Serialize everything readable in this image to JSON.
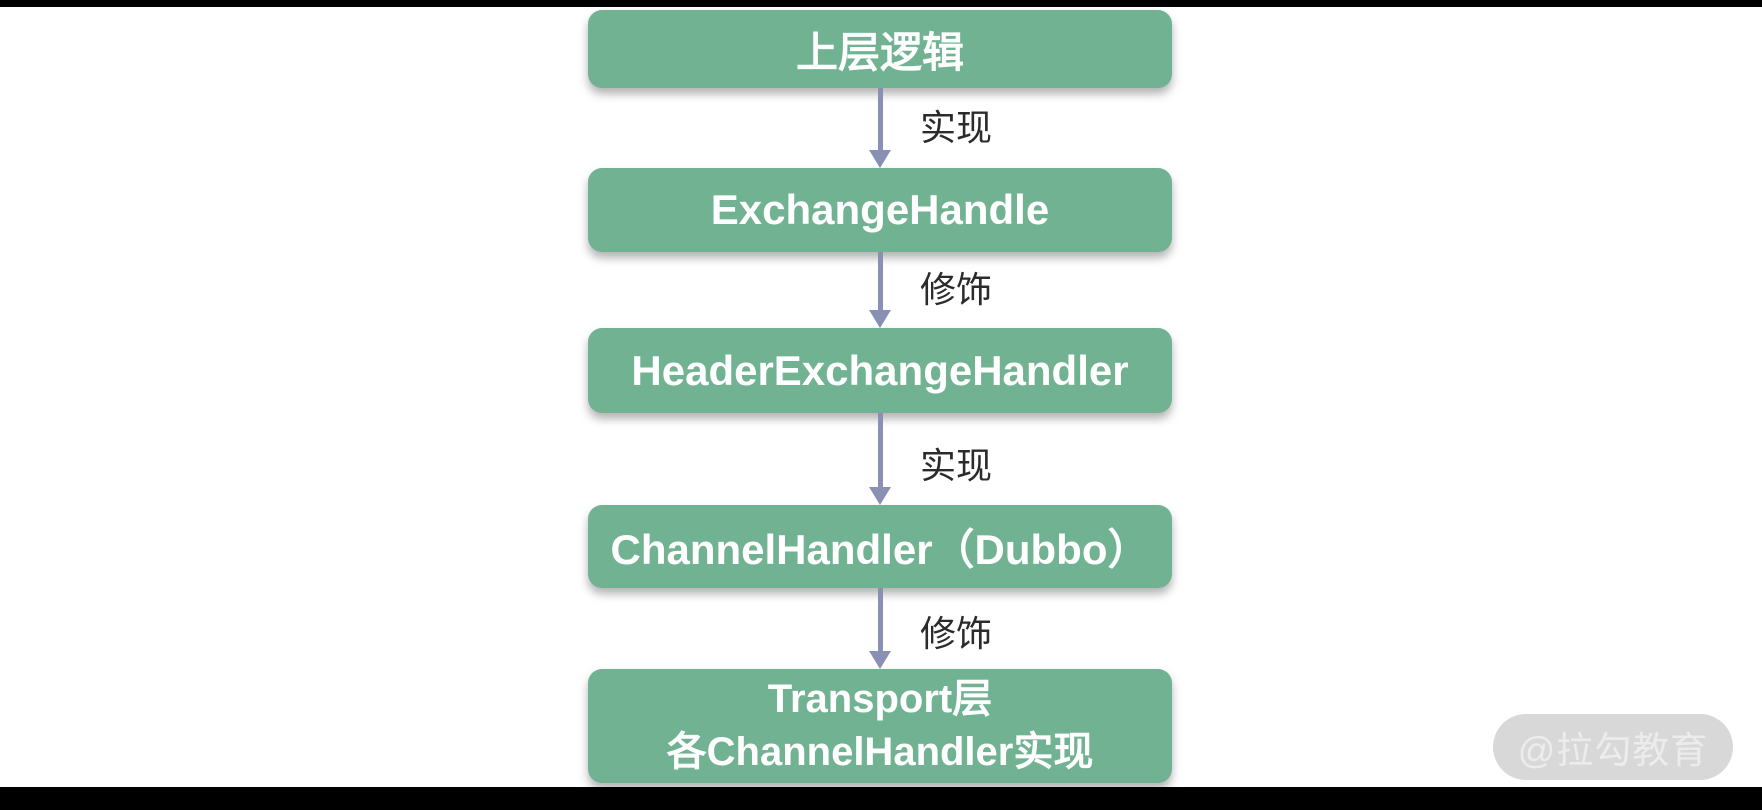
{
  "diagram": {
    "nodes": [
      {
        "label": "上层逻辑"
      },
      {
        "label": "ExchangeHandle"
      },
      {
        "label": "HeaderExchangeHandler"
      },
      {
        "label": "ChannelHandler（Dubbo）"
      },
      {
        "label": "Transport层\n各ChannelHandler实现"
      }
    ],
    "edges": [
      {
        "label": "实现"
      },
      {
        "label": "修饰"
      },
      {
        "label": "实现"
      },
      {
        "label": "修饰"
      }
    ]
  },
  "watermark": {
    "text": "@拉勾教育"
  },
  "colors": {
    "background": "#ffffff",
    "letterbox": "#000000",
    "node_bg": "#70b292",
    "node_text": "#ffffff",
    "arrow": "#8a90b4",
    "edge_label_text": "#2b2b2b",
    "watermark_bg": "#d8d8d8",
    "watermark_text": "#ececec"
  }
}
